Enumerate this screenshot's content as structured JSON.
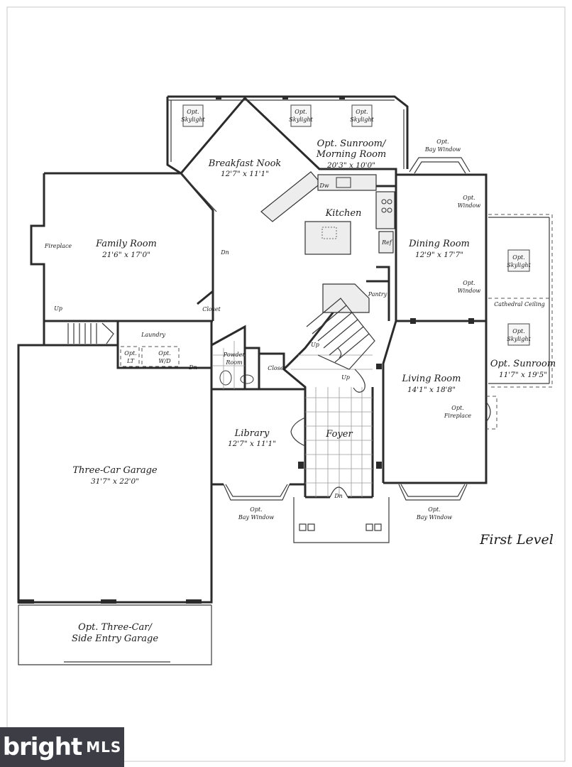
{
  "plan_title": "First Level",
  "rooms": {
    "breakfast_nook": {
      "name": "Breakfast Nook",
      "dim": "12'7\" x 11'1\""
    },
    "sunroom_morning": {
      "name": "Opt. Sunroom/",
      "name2": "Morning Room",
      "dim": "20'3\" x 10'0\""
    },
    "kitchen": {
      "name": "Kitchen"
    },
    "family_room": {
      "name": "Family Room",
      "dim": "21'6\" x 17'0\""
    },
    "dining_room": {
      "name": "Dining Room",
      "dim": "12'9\" x 17'7\""
    },
    "living_room": {
      "name": "Living Room",
      "dim": "14'1\" x 18'8\""
    },
    "library": {
      "name": "Library",
      "dim": "12'7\" x 11'1\""
    },
    "foyer": {
      "name": "Foyer"
    },
    "garage": {
      "name": "Three-Car Garage",
      "dim": "31'7\" x 22'0\""
    },
    "side_garage": {
      "name": "Opt. Three-Car/",
      "name2": "Side Entry Garage"
    },
    "opt_sunroom": {
      "name": "Opt. Sunroom",
      "dim": "11'7\" x 19'5\""
    },
    "laundry": {
      "name": "Laundry"
    },
    "powder_room": {
      "name": "Powder",
      "name2": "Room"
    }
  },
  "labels": {
    "opt": "Opt.",
    "skylight": "Skylight",
    "bay_window": "Bay Window",
    "window": "Window",
    "fireplace": "Fireplace",
    "dw": "Dw",
    "ref": "Ref",
    "pantry": "Pantry",
    "closet": "Closet",
    "up": "Up",
    "dn": "Dn",
    "lt": "LT",
    "wd": "W/D",
    "cathedral": "Cathedral Ceiling"
  },
  "brand": {
    "name": "bright",
    "suffix": "MLS"
  }
}
